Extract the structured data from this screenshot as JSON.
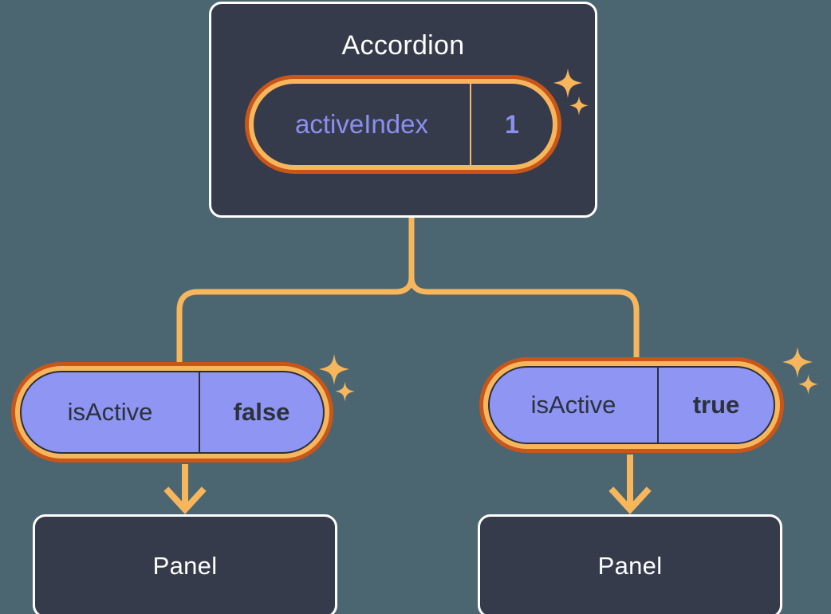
{
  "colors": {
    "background": "#4b6670",
    "card_fill": "#363b4b",
    "card_border": "#ffffff",
    "ring_outer": "#c8561a",
    "ring_inner": "#f7b65c",
    "wire": "#f7b65c",
    "pill_fill_bool": "#8f95f2",
    "text_accent": "#8b90f0",
    "text_dark": "#2c313d",
    "text_light": "#ffffff"
  },
  "root": {
    "title": "Accordion",
    "state": {
      "key": "activeIndex",
      "value": "1"
    }
  },
  "children": [
    {
      "prop": {
        "key": "isActive",
        "value": "false"
      },
      "component": {
        "title": "Panel"
      }
    },
    {
      "prop": {
        "key": "isActive",
        "value": "true"
      },
      "component": {
        "title": "Panel"
      }
    }
  ],
  "decorations": {
    "sparkles": [
      {
        "name": "sparkle-accordion-large"
      },
      {
        "name": "sparkle-accordion-small"
      },
      {
        "name": "sparkle-left-large"
      },
      {
        "name": "sparkle-left-small"
      },
      {
        "name": "sparkle-right-large"
      },
      {
        "name": "sparkle-right-small"
      }
    ]
  }
}
